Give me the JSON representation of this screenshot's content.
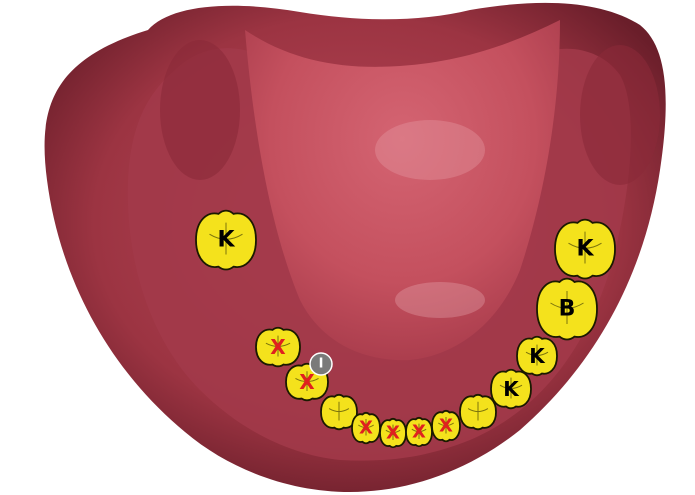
{
  "chart_title": "",
  "colors": {
    "tooth_fill": "#f4e21c",
    "tooth_stroke": "#1a1a00",
    "marker_x": "#e0201f",
    "label": "#000000",
    "implant_marker": "#7a7a7a",
    "gum_dark": "#6a1e2a",
    "gum_mid": "#9c3442",
    "tongue": "#c4505e"
  },
  "teeth": [
    {
      "id": "left-molar",
      "label": "K",
      "status": "crown",
      "icon": "molar-icon"
    },
    {
      "id": "left-premolar-1",
      "label": "X",
      "status": "extracted",
      "icon": "premolar-icon"
    },
    {
      "id": "left-premolar-2",
      "label": "X",
      "status": "extracted",
      "icon": "premolar-icon"
    },
    {
      "id": "left-canine",
      "label": "",
      "status": "present",
      "icon": "canine-icon"
    },
    {
      "id": "incisor-1",
      "label": "X",
      "status": "extracted",
      "icon": "incisor-icon"
    },
    {
      "id": "incisor-2",
      "label": "X",
      "status": "extracted",
      "icon": "incisor-icon"
    },
    {
      "id": "incisor-3",
      "label": "X",
      "status": "extracted",
      "icon": "incisor-icon"
    },
    {
      "id": "incisor-4",
      "label": "X",
      "status": "extracted",
      "icon": "incisor-icon"
    },
    {
      "id": "right-canine",
      "label": "",
      "status": "present",
      "icon": "canine-icon"
    },
    {
      "id": "right-premolar-1",
      "label": "K",
      "status": "crown",
      "icon": "premolar-icon"
    },
    {
      "id": "right-premolar-2",
      "label": "K",
      "status": "crown",
      "icon": "premolar-icon"
    },
    {
      "id": "right-molar-1",
      "label": "B",
      "status": "bridge",
      "icon": "molar-icon"
    },
    {
      "id": "right-molar-2",
      "label": "K",
      "status": "crown",
      "icon": "molar-icon"
    }
  ],
  "implant_marker": {
    "label": "I",
    "icon": "implant-marker-icon"
  }
}
